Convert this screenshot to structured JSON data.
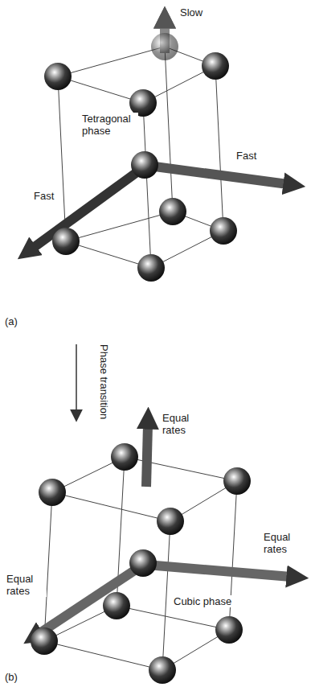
{
  "diagram": {
    "labels": [
      "Slow",
      "Tetragonal phase",
      "Fast",
      "Fast",
      "(a)",
      "Phase transition",
      "Equal rates",
      "Equal rates",
      "Equal rates",
      "Cubic phase",
      "(b)"
    ]
  }
}
